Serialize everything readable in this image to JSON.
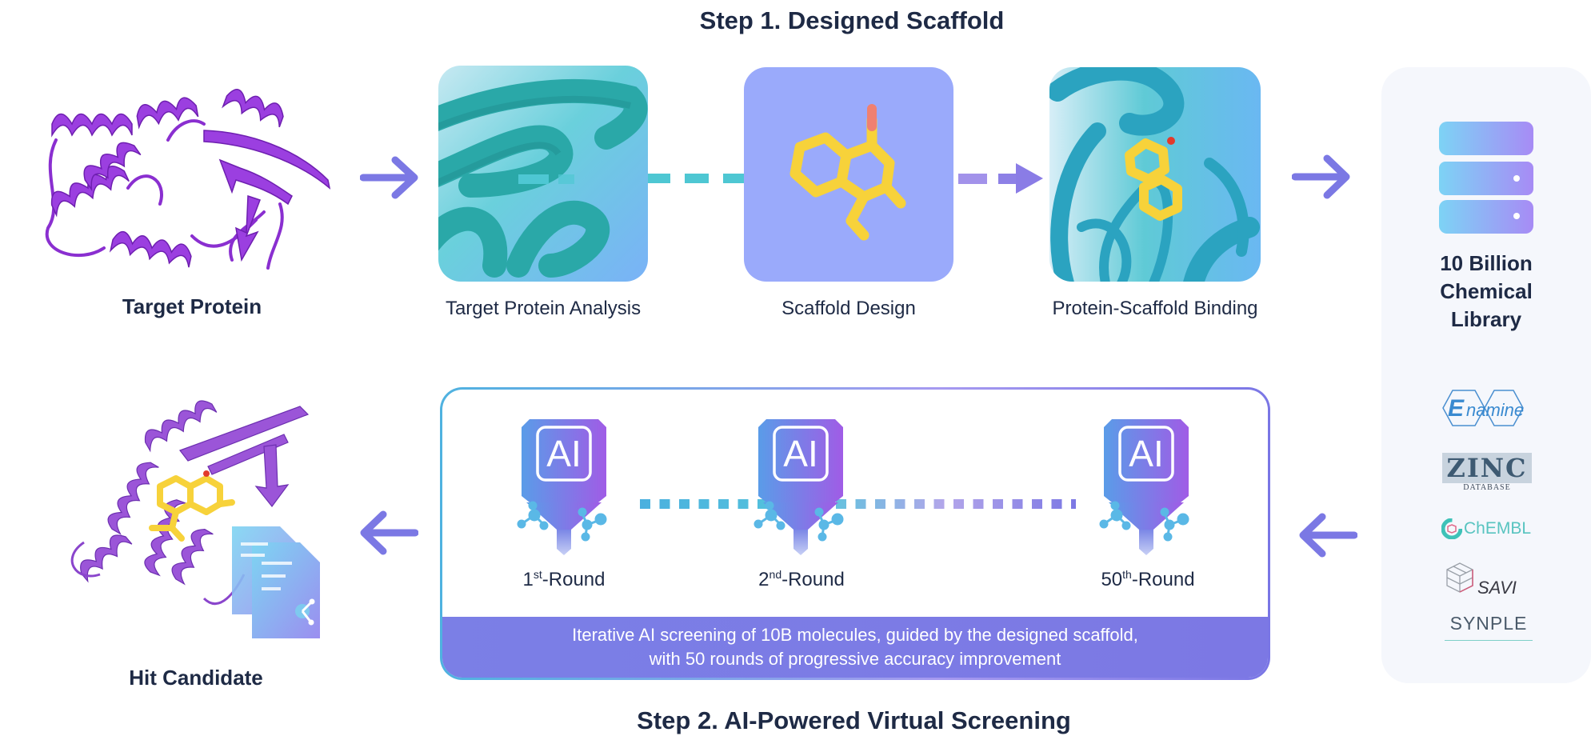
{
  "step1": {
    "title": "Step 1. Designed Scaffold",
    "target_protein_label": "Target Protein",
    "stages": [
      {
        "label": "Target Protein Analysis"
      },
      {
        "label": "Scaffold Design"
      },
      {
        "label": "Protein-Scaffold Binding"
      }
    ]
  },
  "library": {
    "title_line1": "10 Billion",
    "title_line2": "Chemical",
    "title_line3": "Library",
    "sources": [
      {
        "name": "Enamine",
        "first_letter": "E",
        "rest": "namine"
      },
      {
        "name": "ZINC",
        "subtitle": "DATABASE"
      },
      {
        "name": "ChEMBL"
      },
      {
        "name": "SAVI"
      },
      {
        "name": "SYNPLE"
      }
    ]
  },
  "step2": {
    "title": "Step 2. AI-Powered Virtual Screening",
    "chip_text": "AI",
    "rounds": [
      {
        "num": "1",
        "suffix": "st",
        "tail": "-Round"
      },
      {
        "num": "2",
        "suffix": "nd",
        "tail": "-Round"
      },
      {
        "num": "50",
        "suffix": "th",
        "tail": "-Round"
      }
    ],
    "description_line1": "Iterative AI screening of 10B molecules, guided by the designed scaffold,",
    "description_line2": "with 50 rounds of progressive accuracy improvement",
    "hit_label": "Hit Candidate"
  },
  "colors": {
    "text": "#1e2a45",
    "arrow": "#7b78e4",
    "protein_purple": "#8a2fd0",
    "teal": "#3bbfc8",
    "scaffold_bg": "#9aaafb",
    "molecule_yellow": "#f7d23a"
  }
}
